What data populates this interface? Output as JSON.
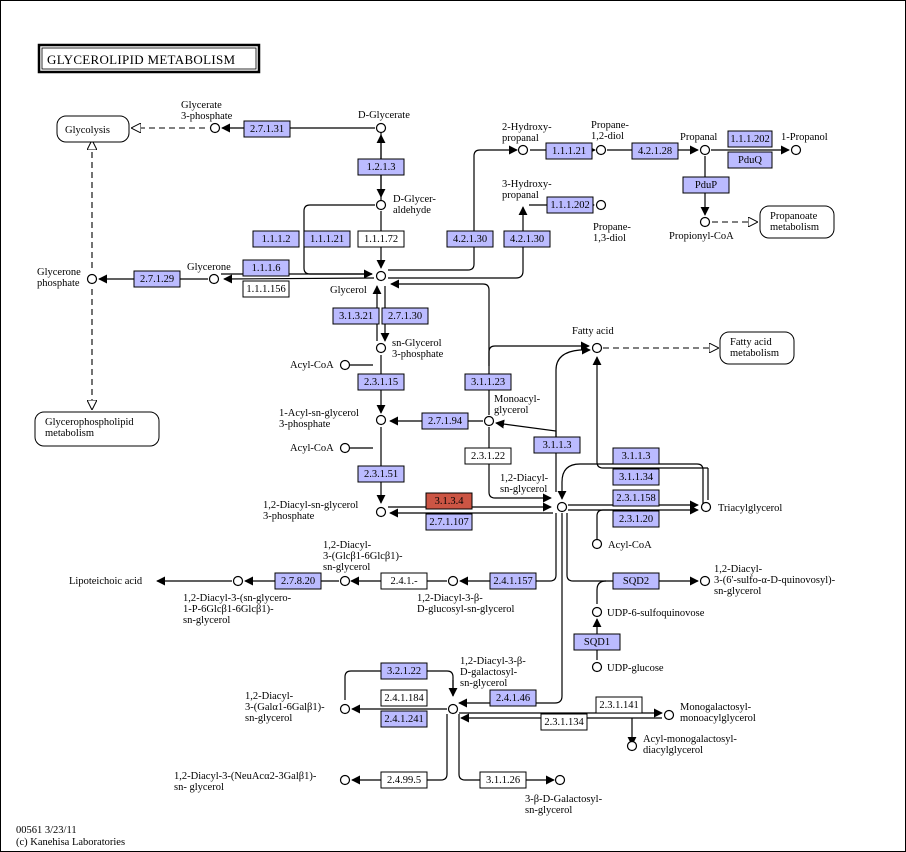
{
  "title": "GLYCEROLIPID METABOLISM",
  "footer": {
    "line1": "00561 3/23/11",
    "line2": "(c) Kanehisa Laboratories"
  },
  "colors": {
    "enzyme_known": "#bbbbff",
    "enzyme_highlight": "#cc5544",
    "enzyme_other": "#ffffff",
    "border": "#000000"
  },
  "maps": [
    {
      "id": "glycolysis",
      "lines": [
        "Glycolysis"
      ]
    },
    {
      "id": "propanoate",
      "lines": [
        "Propanoate",
        "metabolism"
      ]
    },
    {
      "id": "fattyacid",
      "lines": [
        "Fatty acid",
        "metabolism"
      ]
    },
    {
      "id": "glycerophospholipid",
      "lines": [
        "Glycerophospholipid",
        "metabolism"
      ]
    }
  ],
  "compounds": [
    {
      "id": "glycerate3p",
      "lines": [
        "Glycerate",
        "3-phosphate"
      ]
    },
    {
      "id": "dglycerate",
      "lines": [
        "D-Glycerate"
      ]
    },
    {
      "id": "dglyceraldehyde",
      "lines": [
        "D-Glycer-",
        "aldehyde"
      ]
    },
    {
      "id": "hydroxypropanal2",
      "lines": [
        "2-Hydroxy-",
        "propanal"
      ]
    },
    {
      "id": "propanediol12",
      "lines": [
        "Propane-",
        "1,2-diol"
      ]
    },
    {
      "id": "propanal",
      "lines": [
        "Propanal"
      ]
    },
    {
      "id": "propanol1",
      "lines": [
        "1-Propanol"
      ]
    },
    {
      "id": "hydroxypropanal3",
      "lines": [
        "3-Hydroxy-",
        "propanal"
      ]
    },
    {
      "id": "propanediol13",
      "lines": [
        "Propane-",
        "1,3-diol"
      ]
    },
    {
      "id": "propionylcoa",
      "lines": [
        "Propionyl-CoA"
      ]
    },
    {
      "id": "glycerone",
      "lines": [
        "Glycerone"
      ]
    },
    {
      "id": "glyceronep",
      "lines": [
        "Glycerone",
        "phosphate"
      ]
    },
    {
      "id": "glycerol",
      "lines": [
        "Glycerol"
      ]
    },
    {
      "id": "snglycerol3p",
      "lines": [
        "sn-Glycerol",
        "3-phosphate"
      ]
    },
    {
      "id": "acylcoa1",
      "lines": [
        "Acyl-CoA"
      ]
    },
    {
      "id": "acylsnglycerol3p",
      "lines": [
        "1-Acyl-sn-glycerol",
        "3-phosphate"
      ]
    },
    {
      "id": "monoacylglycerol",
      "lines": [
        "Monoacyl-",
        "glycerol"
      ]
    },
    {
      "id": "acylcoa2",
      "lines": [
        "Acyl-CoA"
      ]
    },
    {
      "id": "fattyacid",
      "lines": [
        "Fatty acid"
      ]
    },
    {
      "id": "diacylsnglycerol3p",
      "lines": [
        "1,2-Diacyl-sn-glycerol",
        "3-phosphate"
      ]
    },
    {
      "id": "diacylsnglycerol",
      "lines": [
        "1,2-Diacyl-",
        "sn-glycerol"
      ]
    },
    {
      "id": "triacylglycerol",
      "lines": [
        "Triacylglycerol"
      ]
    },
    {
      "id": "acylcoa3",
      "lines": [
        "Acyl-CoA"
      ]
    },
    {
      "id": "glcglc",
      "lines": [
        "1,2-Diacyl-",
        "3-(Glcβ1-6Glcβ1)-",
        "sn-glycerol"
      ]
    },
    {
      "id": "lipoteichoic",
      "lines": [
        "Lipoteichoic acid"
      ]
    },
    {
      "id": "glcpglc",
      "lines": [
        "1,2-Diacyl-3-(sn-glycero-",
        "1-P-6Glcβ1-6Glcβ1)-",
        "sn-glycerol"
      ]
    },
    {
      "id": "glucosyl",
      "lines": [
        "1,2-Diacyl-3-β-",
        "D-glucosyl-sn-glycerol"
      ]
    },
    {
      "id": "sulfoquinovosyl",
      "lines": [
        "1,2-Diacyl-",
        "3-(6'-sulfo-α-D-quinovosyl)-",
        "sn-glycerol"
      ]
    },
    {
      "id": "udpsulfo",
      "lines": [
        "UDP-6-sulfoquinovose"
      ]
    },
    {
      "id": "udpglucose",
      "lines": [
        "UDP-glucose"
      ]
    },
    {
      "id": "galactosyl",
      "lines": [
        "1,2-Diacyl-3-β-",
        "D-galactosyl-",
        "sn-glycerol"
      ]
    },
    {
      "id": "galgal",
      "lines": [
        "1,2-Diacyl-",
        "3-(Galα1-6Galβ1)-",
        "sn-glycerol"
      ]
    },
    {
      "id": "monogalmono",
      "lines": [
        "Monogalactosyl-",
        "monoacylglycerol"
      ]
    },
    {
      "id": "acylmonogal",
      "lines": [
        "Acyl-monogalactosyl-",
        "diacylglycerol"
      ]
    },
    {
      "id": "neuac",
      "lines": [
        "1,2-Diacyl-3-(NeuAcα2-3Galβ1)-",
        "sn- glycerol"
      ]
    },
    {
      "id": "galactosyl3b",
      "lines": [
        "3-β-D-Galactosyl-",
        "sn-glycerol"
      ]
    }
  ],
  "enzymes": [
    {
      "id": "e2.7.1.31",
      "label": "2.7.1.31",
      "type": "known"
    },
    {
      "id": "e1.2.1.3",
      "label": "1.2.1.3",
      "type": "known"
    },
    {
      "id": "e1.1.1.21a",
      "label": "1.1.1.21",
      "type": "known"
    },
    {
      "id": "e4.2.1.28",
      "label": "4.2.1.28",
      "type": "known"
    },
    {
      "id": "e1.1.1.202a",
      "label": "1.1.1.202",
      "type": "known"
    },
    {
      "id": "ePduQ",
      "label": "PduQ",
      "type": "known"
    },
    {
      "id": "ePduP",
      "label": "PduP",
      "type": "known"
    },
    {
      "id": "e1.1.1.202b",
      "label": "1.1.1.202",
      "type": "known"
    },
    {
      "id": "e1.1.1.2",
      "label": "1.1.1.2",
      "type": "known"
    },
    {
      "id": "e1.1.1.21b",
      "label": "1.1.1.21",
      "type": "known"
    },
    {
      "id": "e1.1.1.72",
      "label": "1.1.1.72",
      "type": "other"
    },
    {
      "id": "e4.2.1.30a",
      "label": "4.2.1.30",
      "type": "known"
    },
    {
      "id": "e4.2.1.30b",
      "label": "4.2.1.30",
      "type": "known"
    },
    {
      "id": "e2.7.1.29",
      "label": "2.7.1.29",
      "type": "known"
    },
    {
      "id": "e1.1.1.6",
      "label": "1.1.1.6",
      "type": "known"
    },
    {
      "id": "e1.1.1.156",
      "label": "1.1.1.156",
      "type": "other"
    },
    {
      "id": "e3.1.3.21",
      "label": "3.1.3.21",
      "type": "known"
    },
    {
      "id": "e2.7.1.30",
      "label": "2.7.1.30",
      "type": "known"
    },
    {
      "id": "e2.3.1.15",
      "label": "2.3.1.15",
      "type": "known"
    },
    {
      "id": "e3.1.1.23",
      "label": "3.1.1.23",
      "type": "known"
    },
    {
      "id": "e2.7.1.94",
      "label": "2.7.1.94",
      "type": "known"
    },
    {
      "id": "e2.3.1.22",
      "label": "2.3.1.22",
      "type": "other"
    },
    {
      "id": "e3.1.1.3a",
      "label": "3.1.1.3",
      "type": "known"
    },
    {
      "id": "e2.3.1.51",
      "label": "2.3.1.51",
      "type": "known"
    },
    {
      "id": "e3.1.1.3b",
      "label": "3.1.1.3",
      "type": "known"
    },
    {
      "id": "e3.1.1.34",
      "label": "3.1.1.34",
      "type": "known"
    },
    {
      "id": "e2.3.1.158",
      "label": "2.3.1.158",
      "type": "known"
    },
    {
      "id": "e2.3.1.20",
      "label": "2.3.1.20",
      "type": "known"
    },
    {
      "id": "e3.1.3.4",
      "label": "3.1.3.4",
      "type": "highlight"
    },
    {
      "id": "e2.7.1.107",
      "label": "2.7.1.107",
      "type": "known"
    },
    {
      "id": "e2.7.8.20",
      "label": "2.7.8.20",
      "type": "known"
    },
    {
      "id": "e2.4.1.-",
      "label": "2.4.1.-",
      "type": "other"
    },
    {
      "id": "e2.4.1.157",
      "label": "2.4.1.157",
      "type": "known"
    },
    {
      "id": "eSQD2",
      "label": "SQD2",
      "type": "known"
    },
    {
      "id": "eSQD1",
      "label": "SQD1",
      "type": "known"
    },
    {
      "id": "e3.2.1.22",
      "label": "3.2.1.22",
      "type": "known"
    },
    {
      "id": "e2.4.1.184",
      "label": "2.4.1.184",
      "type": "other"
    },
    {
      "id": "e2.4.1.241",
      "label": "2.4.1.241",
      "type": "known"
    },
    {
      "id": "e2.4.1.46",
      "label": "2.4.1.46",
      "type": "known"
    },
    {
      "id": "e2.3.1.141",
      "label": "2.3.1.141",
      "type": "other"
    },
    {
      "id": "e2.3.1.134",
      "label": "2.3.1.134",
      "type": "other"
    },
    {
      "id": "e2.4.99.5",
      "label": "2.4.99.5",
      "type": "other"
    },
    {
      "id": "e3.1.1.26",
      "label": "3.1.1.26",
      "type": "other"
    }
  ]
}
